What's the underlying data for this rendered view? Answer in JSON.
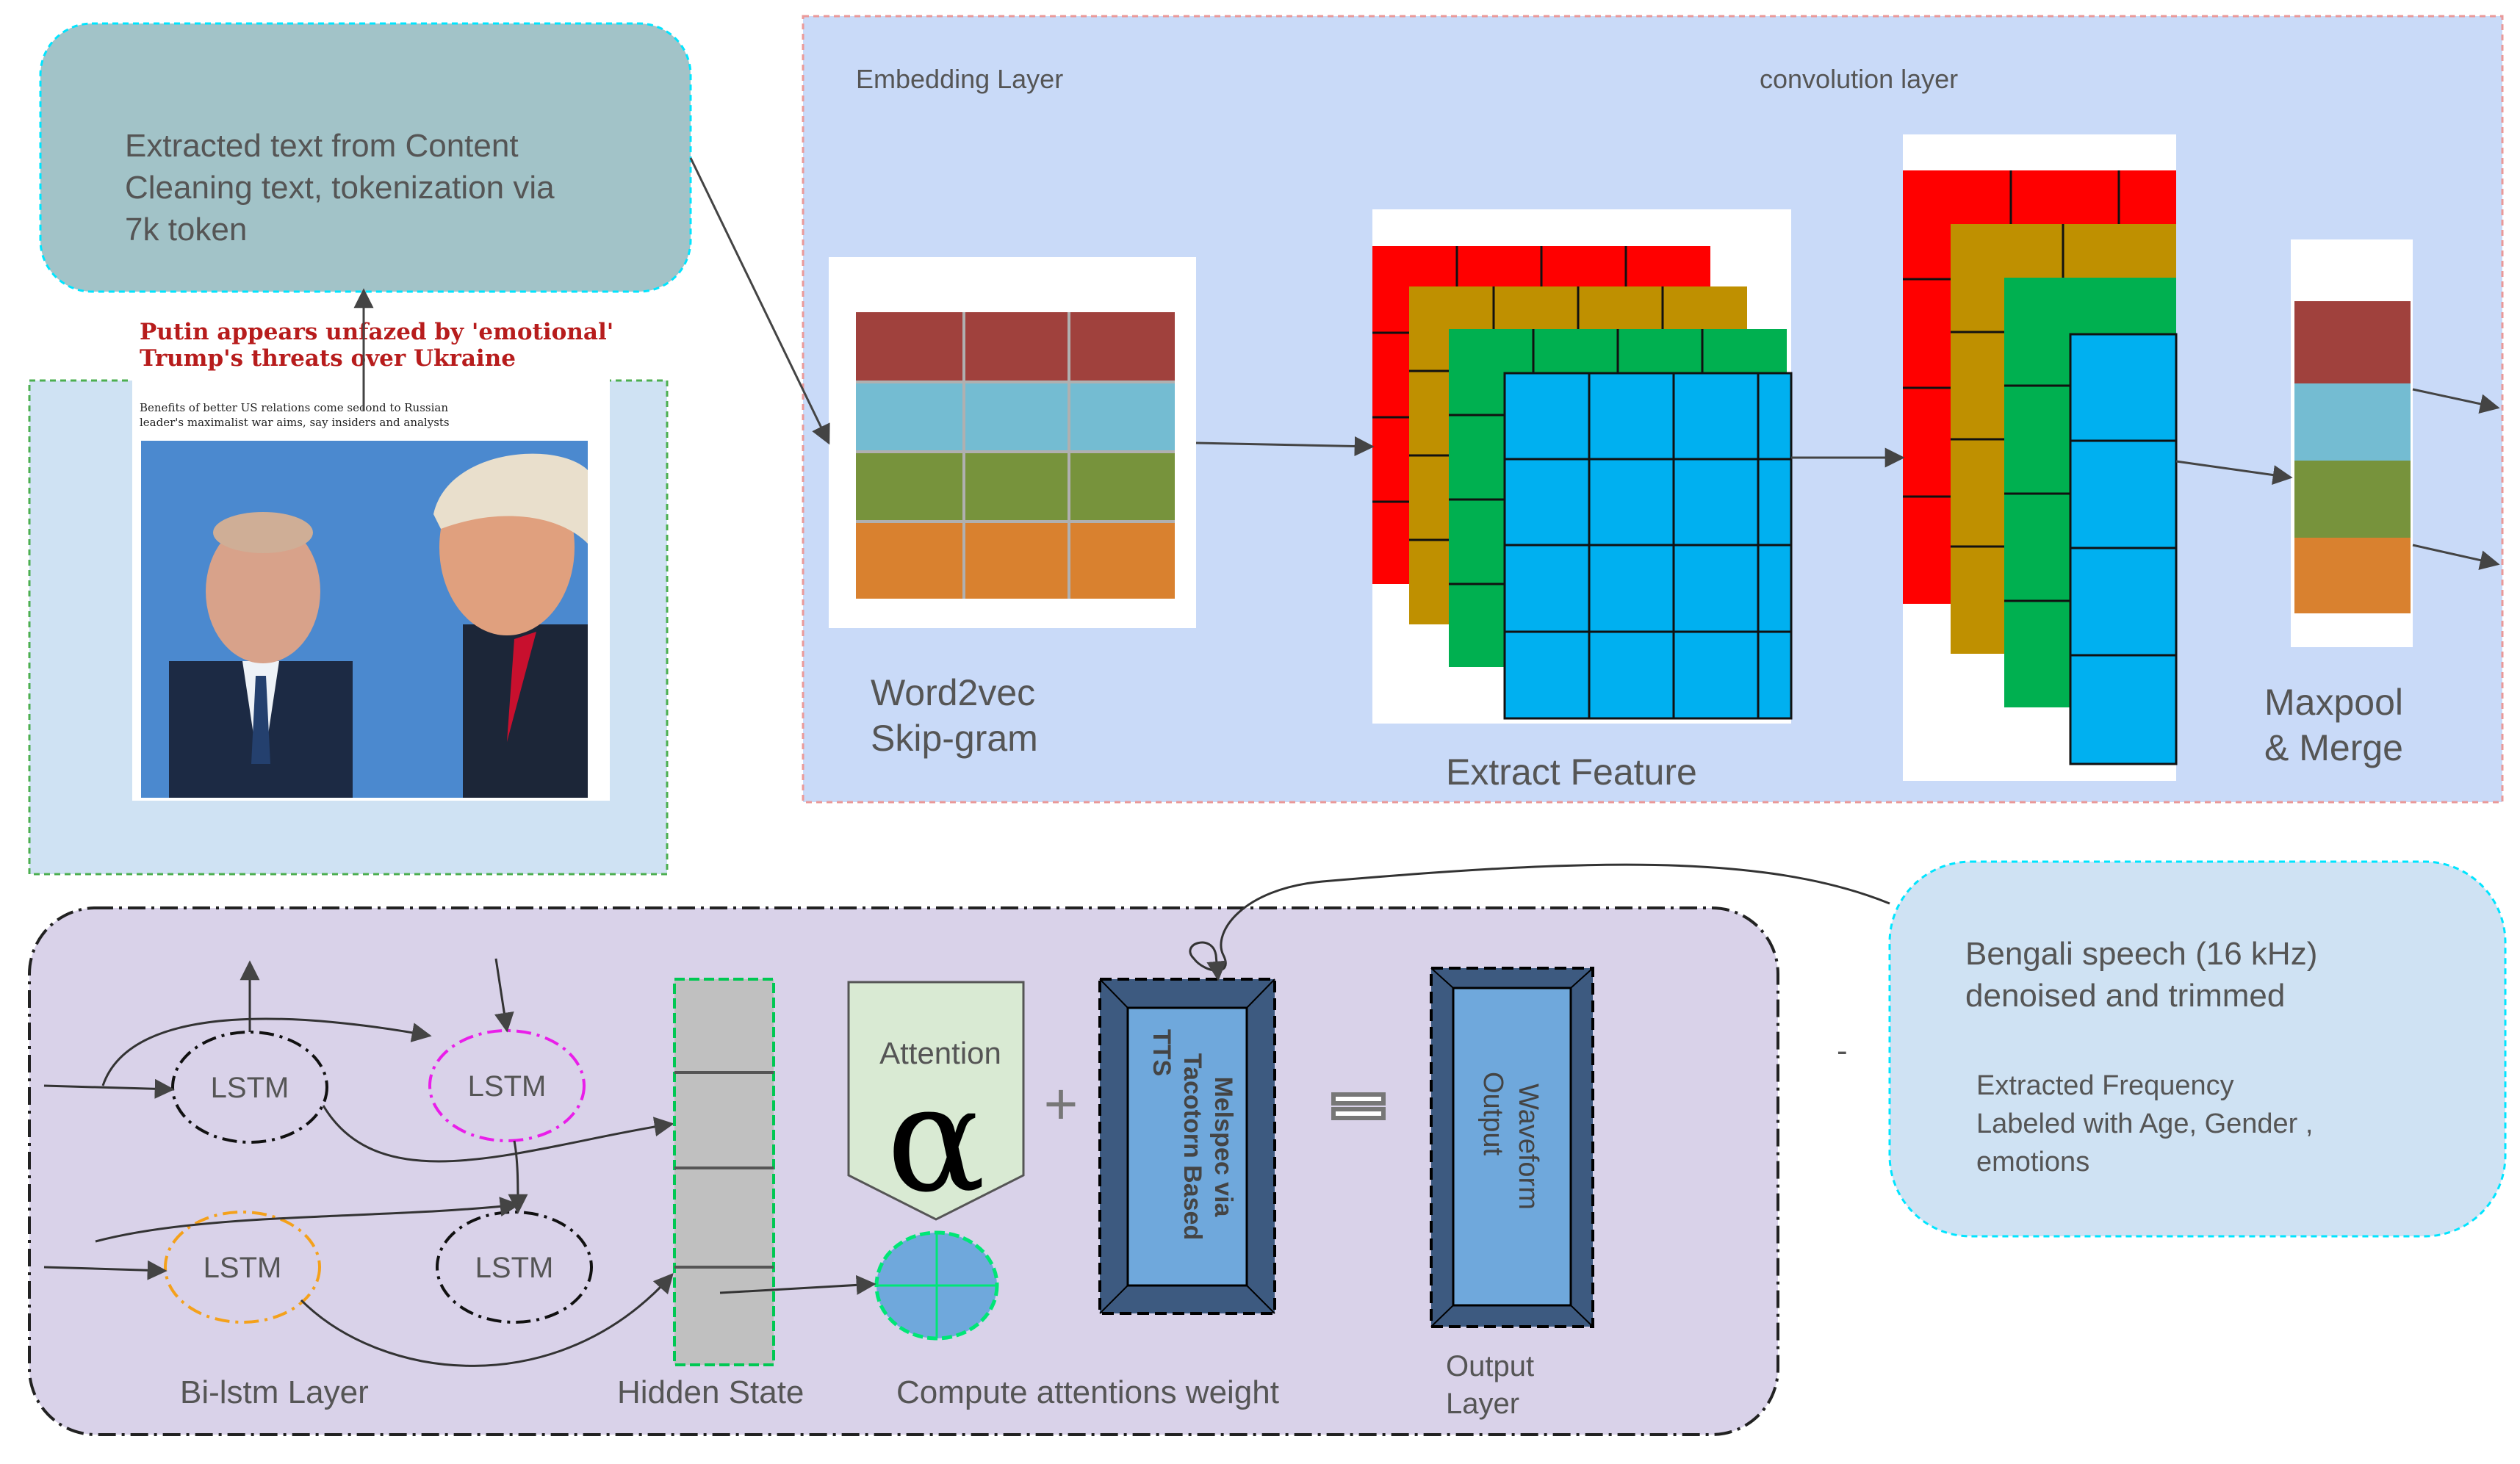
{
  "input_box": {
    "line1": "Extracted text from Content",
    "line2": "Cleaning text, tokenization via",
    "line3": "7k token"
  },
  "news": {
    "headline_line1": "Putin appears unfazed by 'emotional'",
    "headline_line2": "Trump's threats over Ukraine",
    "sub_line1": "Benefits of better US relations come second to Russian",
    "sub_line2": "leader's maximalist war aims, say insiders and analysts"
  },
  "cnn": {
    "embedding_label": "Embedding Layer",
    "conv_label": "convolution layer",
    "word2vec_line1": "Word2vec",
    "word2vec_line2": "Skip-gram",
    "extract_label": "Extract Feature",
    "maxpool_line1": "Maxpool",
    "maxpool_line2": "& Merge"
  },
  "speech_box": {
    "line1": "Bengali speech (16 kHz)",
    "line2": "denoised and trimmed",
    "line3": "Extracted Frequency",
    "line4": "Labeled with Age, Gender ,",
    "line5": "emotions",
    "dash": "-"
  },
  "lstm_panel": {
    "lstm_label": "LSTM",
    "bilstm_label": "Bi-lstm Layer",
    "hidden_label": "Hidden State",
    "attention_label": "Attention",
    "alpha_symbol": "α",
    "plus_symbol": "+",
    "compute_label": "Compute attentions weight",
    "melspec_line1": "Melspec via",
    "melspec_line2": "Tacotorn Based",
    "melspec_line3": "TTS",
    "waveform_line1": "Waveform",
    "waveform_line2": "Output",
    "output_line1": "Output",
    "output_line2": "Layer"
  },
  "colors": {
    "input_box_fill": "#a2c3c8",
    "cnn_panel_fill": "#c9daf8",
    "lstm_panel_fill": "#d9d2e9",
    "speech_box_fill": "#cfe2f3",
    "red": "#ff0000",
    "olive": "#bf9000",
    "green": "#00b050",
    "blue": "#00b0f0",
    "emb_red": "#a0413d",
    "emb_cyan": "#74bcd2",
    "emb_green": "#77933c",
    "emb_orange": "#d9812f",
    "box_blue": "#6fa8dc",
    "attention_fill": "#d9ead3"
  }
}
